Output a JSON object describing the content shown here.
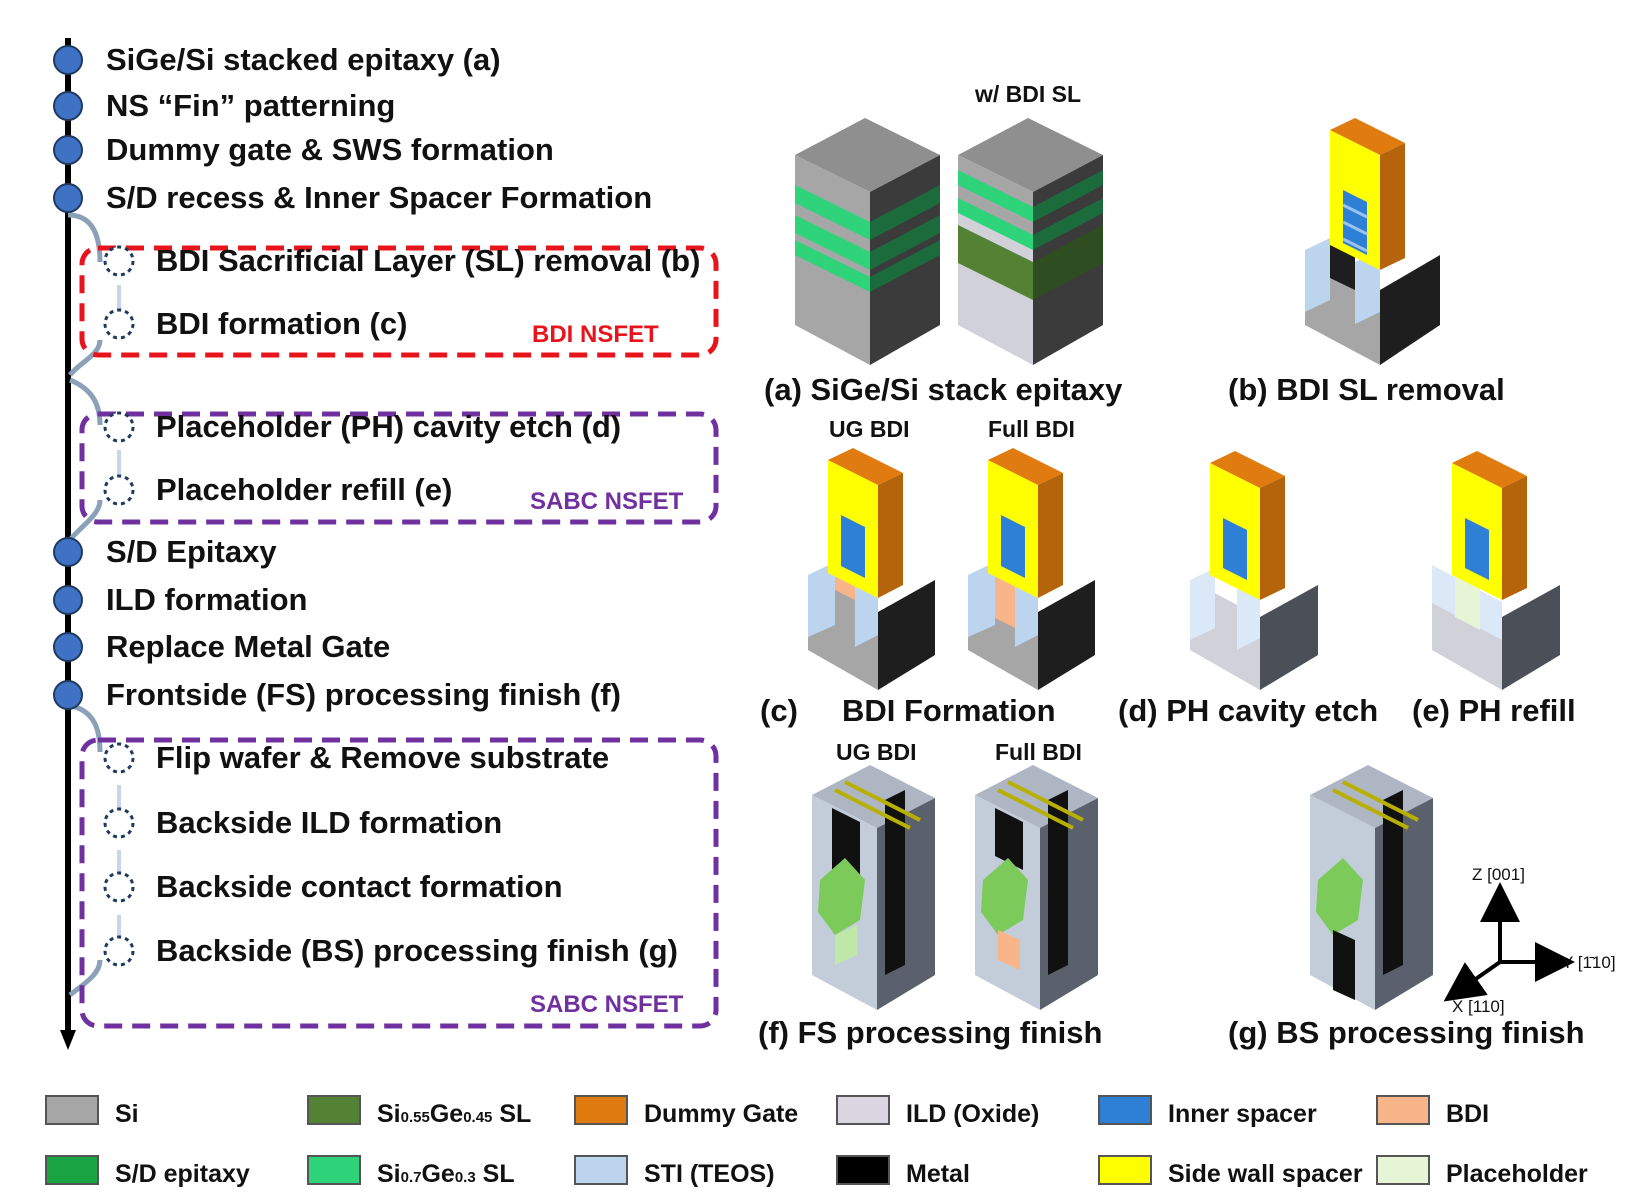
{
  "flow": {
    "steps": [
      "SiGe/Si stacked epitaxy (a)",
      "NS “Fin” patterning",
      "Dummy gate & SWS formation",
      "S/D recess & Inner Spacer Formation",
      "BDI Sacrificial Layer (SL) removal (b)",
      "BDI formation (c)",
      "Placeholder (PH) cavity etch (d)",
      "Placeholder refill (e)",
      "S/D Epitaxy",
      "ILD formation",
      "Replace Metal Gate",
      "Frontside (FS) processing finish (f)",
      "Flip wafer & Remove substrate",
      "Backside ILD formation",
      "Backside contact formation",
      "Backside (BS) processing finish (g)"
    ],
    "groups": [
      {
        "label": "BDI NSFET",
        "color": "#e8141b"
      },
      {
        "label": "SABC NSFET",
        "color": "#7030a0"
      },
      {
        "label": "SABC NSFET",
        "color": "#7030a0"
      }
    ]
  },
  "panels": {
    "a": {
      "caption": "(a) SiGe/Si stack epitaxy",
      "sublabel": "w/ BDI SL"
    },
    "b": {
      "caption": "(b) BDI SL removal"
    },
    "c": {
      "caption_prefix": "(c)",
      "caption": "BDI Formation",
      "sub_left": "UG BDI",
      "sub_right": "Full BDI"
    },
    "d": {
      "caption": "(d) PH cavity etch"
    },
    "e": {
      "caption": "(e) PH refill"
    },
    "f": {
      "caption": "(f) FS processing finish",
      "sub_left": "UG BDI",
      "sub_right": "Full BDI"
    },
    "g": {
      "caption": "(g) BS processing finish"
    }
  },
  "axes": {
    "z": "Z [001]",
    "y": "Y [1̄10]",
    "x": "X [110]"
  },
  "legend": [
    {
      "label": "Si",
      "color": "#a6a6a6"
    },
    {
      "label_main": "Si",
      "sub1": "0.55",
      "mid": "Ge",
      "sub2": "0.45",
      "tail": " SL",
      "color": "#548235"
    },
    {
      "label": "Dummy Gate",
      "color": "#e07b10"
    },
    {
      "label": "ILD (Oxide)",
      "color": "#d9d6e2"
    },
    {
      "label": "Inner spacer",
      "color": "#2e7fd6"
    },
    {
      "label": "BDI",
      "color": "#f8b58a"
    },
    {
      "label": "S/D epitaxy",
      "color": "#1aa341"
    },
    {
      "label_main": "Si",
      "sub1": "0.7",
      "mid": "Ge",
      "sub2": "0.3",
      "tail": " SL",
      "color": "#2fd47a"
    },
    {
      "label": "STI (TEOS)",
      "color": "#bdd4ef"
    },
    {
      "label": "Metal",
      "color": "#000000"
    },
    {
      "label": "Side wall spacer",
      "color": "#ffff00"
    },
    {
      "label": "Placeholder",
      "color": "#e6f5d6"
    }
  ]
}
